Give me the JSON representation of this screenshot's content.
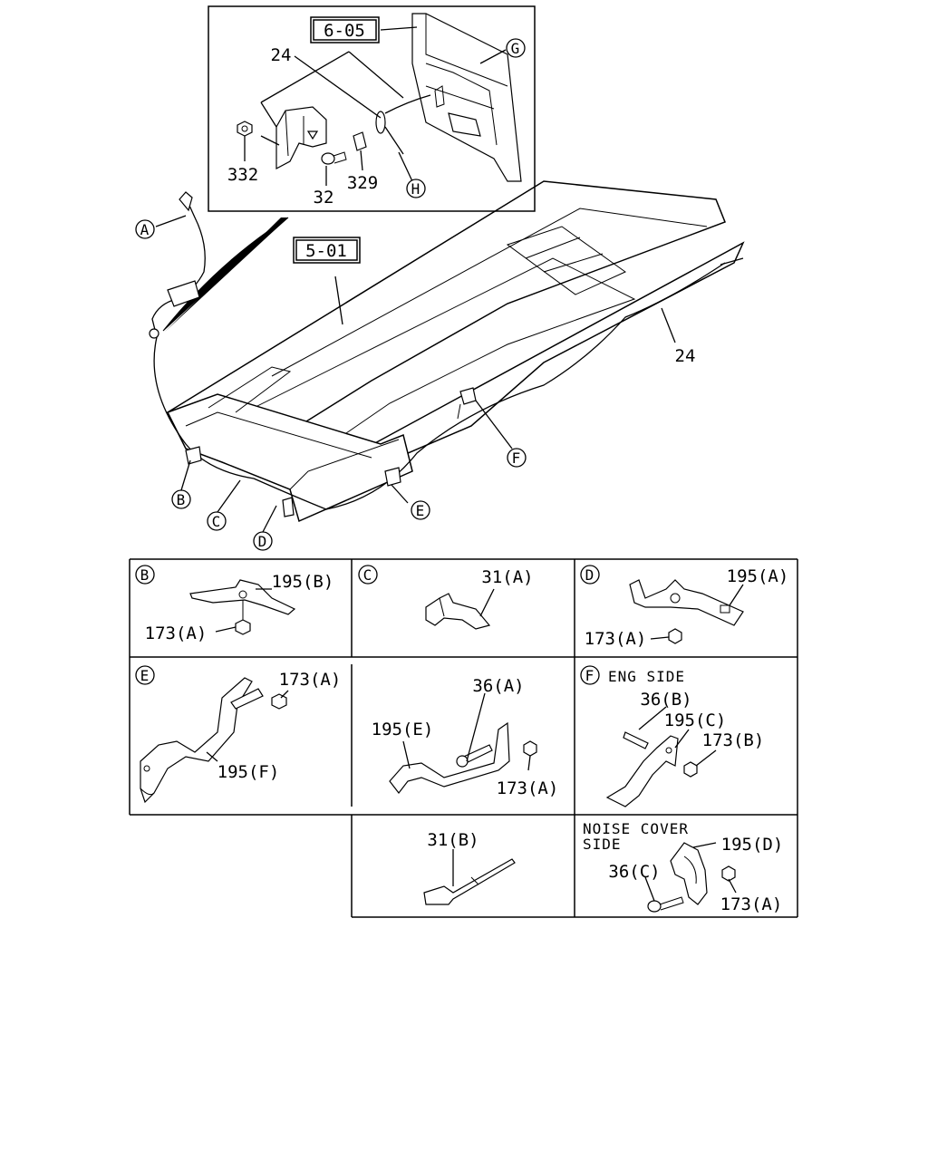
{
  "refs": {
    "fig_605": "6-05",
    "fig_501": "5-01"
  },
  "callouts": {
    "A": "A",
    "B": "B",
    "C": "C",
    "D": "D",
    "E": "E",
    "F": "F",
    "G": "G",
    "H": "H"
  },
  "inset_top": {
    "p24": "24",
    "p332": "332",
    "p32": "32",
    "p329": "329"
  },
  "main": {
    "p24": "24"
  },
  "details": {
    "B": {
      "letter": "B",
      "p195": "195(B)",
      "p173": "173(A)"
    },
    "C": {
      "letter": "C",
      "p31": "31(A)"
    },
    "D": {
      "letter": "D",
      "p195": "195(A)",
      "p173": "173(A)"
    },
    "E": {
      "letter": "E",
      "p173": "173(A)",
      "p195": "195(F)"
    },
    "E2": {
      "p36": "36(A)",
      "p195": "195(E)",
      "p173": "173(A)"
    },
    "F": {
      "letter": "F",
      "side": "ENG SIDE",
      "p36": "36(B)",
      "p195": "195(C)",
      "p173": "173(B)"
    },
    "B2": {
      "p31": "31(B)"
    },
    "F2": {
      "side_line1": "NOISE COVER",
      "side_line2": "SIDE",
      "p195": "195(D)",
      "p36": "36(C)",
      "p173": "173(A)"
    }
  }
}
